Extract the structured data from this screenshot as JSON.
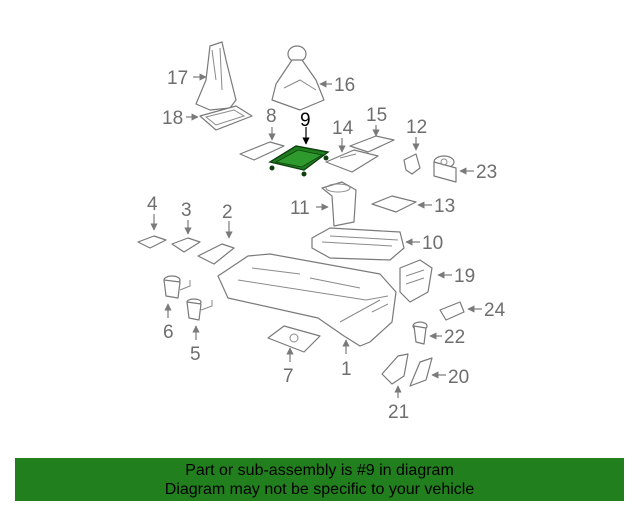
{
  "callouts": {
    "c1": "1",
    "c2": "2",
    "c3": "3",
    "c4": "4",
    "c5": "5",
    "c6": "6",
    "c7": "7",
    "c8": "8",
    "c9": "9",
    "c10": "10",
    "c11": "11",
    "c12": "12",
    "c13": "13",
    "c14": "14",
    "c15": "15",
    "c16": "16",
    "c17": "17",
    "c18": "18",
    "c19": "19",
    "c20": "20",
    "c21": "21",
    "c22": "22",
    "c23": "23",
    "c24": "24"
  },
  "highlighted_part": "9",
  "colors": {
    "highlight": "#1f7f1f",
    "banner": "#227f1e",
    "line": "#7a7a7a"
  },
  "footer": {
    "line1": "Part or sub-assembly is #9 in diagram",
    "line2": "Diagram may not be specific to your vehicle"
  }
}
